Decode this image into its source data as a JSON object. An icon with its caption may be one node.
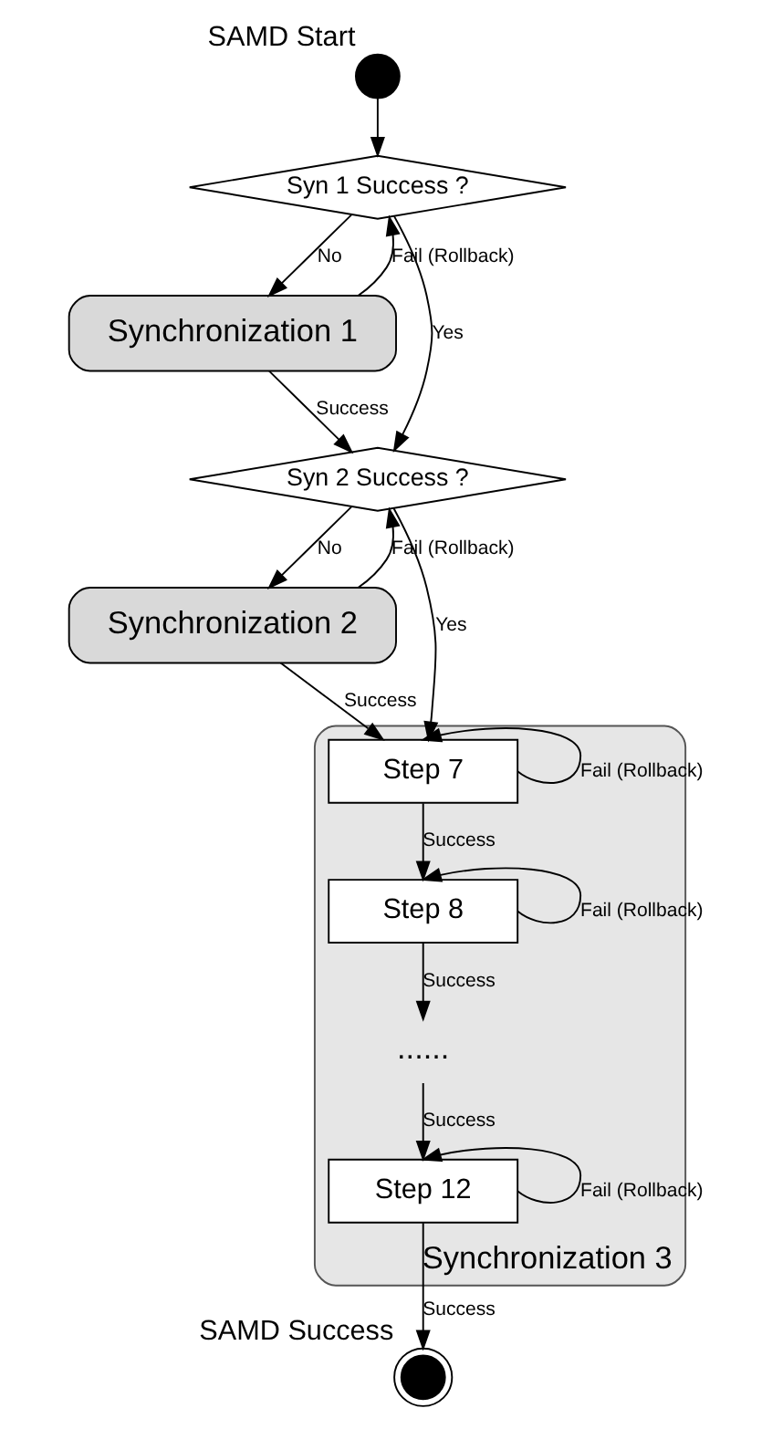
{
  "diagram": {
    "nodes": [
      {
        "text": [],
        "shape": "circle",
        "beside": [
          "SAMD Start"
        ]
      },
      {
        "text": [
          "Syn 1 Success ?"
        ]
      },
      {
        "text": [
          "Synchronization 1"
        ]
      },
      {
        "text": [
          "Syn 2 Success ?"
        ]
      },
      {
        "text": [
          "Synchronization 2"
        ]
      },
      {
        "text": [
          "Synchronization 3"
        ]
      },
      {
        "text": [
          "Step 7"
        ],
        "in": 5
      },
      {
        "text": [
          "Step 8"
        ],
        "in": 5
      },
      {
        "text": [
          "......"
        ],
        "in": 5
      },
      {
        "text": [
          "Step 12"
        ],
        "in": 5
      },
      {
        "text": [],
        "shape": "circle",
        "beside": [
          "SAMD Success"
        ]
      }
    ],
    "edges": [
      {
        "from": 0,
        "to": 1,
        "arrow": "to"
      },
      {
        "from": 2,
        "to": 1,
        "arrow": "to",
        "label": "Fail (Rollback)"
      },
      {
        "from": 1,
        "to": 2,
        "arrow": "to",
        "label": "No"
      },
      {
        "from": 2,
        "to": 3,
        "arrow": "to",
        "label": "Success"
      },
      {
        "from": 1,
        "to": 3,
        "arrow": "to",
        "label": "Yes"
      },
      {
        "from": 4,
        "to": 3,
        "arrow": "to",
        "label": "Fail (Rollback)"
      },
      {
        "from": 3,
        "to": 4,
        "arrow": "to",
        "label": "No"
      },
      {
        "from": 3,
        "to": 6,
        "arrow": "to",
        "label": "Yes"
      },
      {
        "from": 4,
        "to": 6,
        "arrow": "to",
        "label": "Success"
      },
      {
        "from": 6,
        "to": 6,
        "arrow": "to",
        "label": "Fail (Rollback)"
      },
      {
        "from": 6,
        "to": 7,
        "arrow": "to",
        "label": "Success"
      },
      {
        "from": 7,
        "to": 7,
        "arrow": "to",
        "label": "Fail (Rollback)"
      },
      {
        "from": 7,
        "to": 8,
        "arrow": "to",
        "label": "Success"
      },
      {
        "from": 8,
        "to": 9,
        "arrow": "to",
        "label": "Success"
      },
      {
        "from": 9,
        "to": 9,
        "arrow": "to",
        "label": "Fail (Rollback)"
      },
      {
        "from": 9,
        "to": 10,
        "arrow": "to",
        "label": "Success"
      }
    ]
  }
}
